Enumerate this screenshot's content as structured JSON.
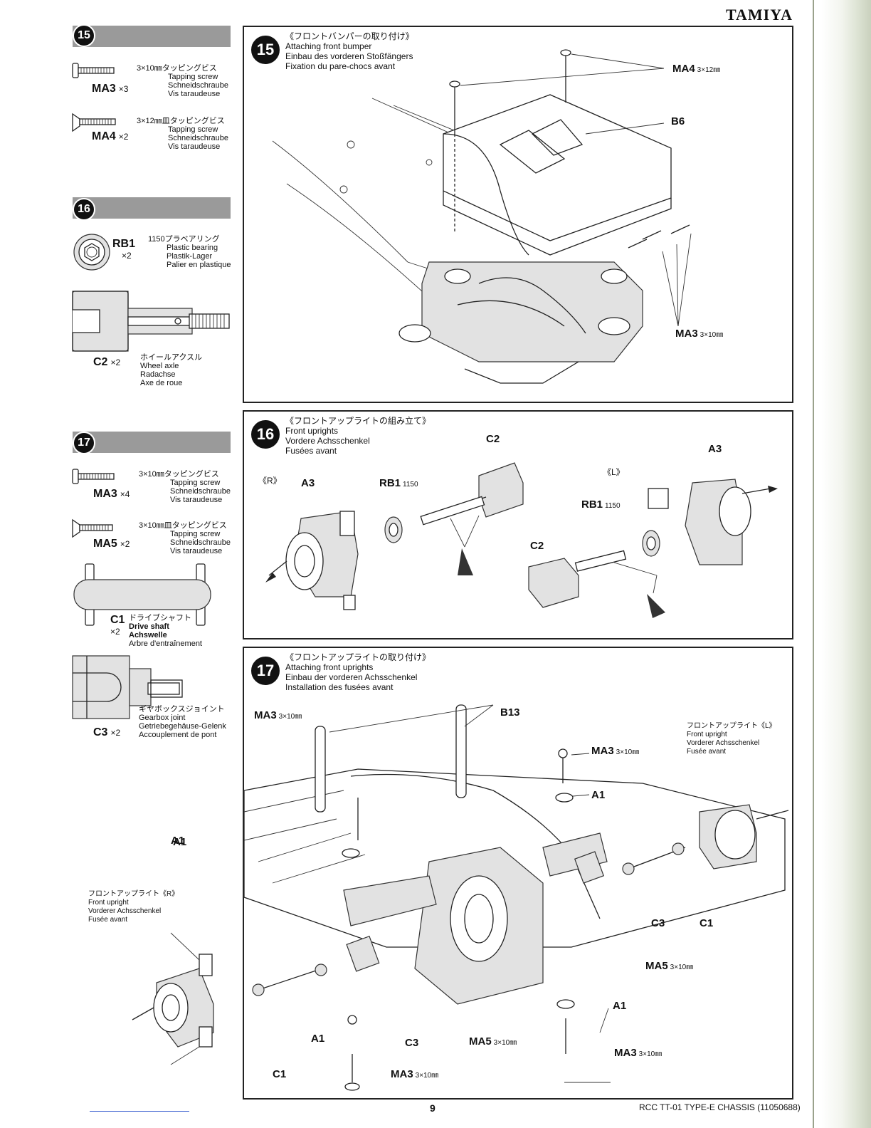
{
  "brand": "TAMIYA",
  "footer": {
    "page": "9",
    "model": "RCC TT-01 TYPE-E CHASSIS (11050688)"
  },
  "sidebar": {
    "s15": {
      "step": "15",
      "parts": [
        {
          "code": "MA3",
          "qty": "×3",
          "jp": "3×10㎜タッピングビス",
          "en": "Tapping screw",
          "de": "Schneidschraube",
          "fr": "Vis taraudeuse"
        },
        {
          "code": "MA4",
          "qty": "×2",
          "jp": "3×12㎜皿タッピングビス",
          "en": "Tapping screw",
          "de": "Schneidschraube",
          "fr": "Vis taraudeuse"
        }
      ]
    },
    "s16": {
      "step": "16",
      "parts": [
        {
          "code": "RB1",
          "qty": "×2",
          "jp": "1150プラベアリング",
          "en": "Plastic bearing",
          "de": "Plastik-Lager",
          "fr": "Palier en plastique"
        },
        {
          "code": "C2",
          "qty": "×2",
          "jp": "ホイールアクスル",
          "en": "Wheel axle",
          "de": "Radachse",
          "fr": "Axe de roue"
        }
      ]
    },
    "s17": {
      "step": "17",
      "parts": [
        {
          "code": "MA3",
          "qty": "×4",
          "jp": "3×10㎜タッピングビス",
          "en": "Tapping screw",
          "de": "Schneidschraube",
          "fr": "Vis taraudeuse"
        },
        {
          "code": "MA5",
          "qty": "×2",
          "jp": "3×10㎜皿タッピングビス",
          "en": "Tapping screw",
          "de": "Schneidschraube",
          "fr": "Vis taraudeuse"
        },
        {
          "code": "C1",
          "qty": "×2",
          "jp": "ドライブシャフト",
          "en": "Drive shaft",
          "de": "Achswelle",
          "fr": "Arbre d'entraînement"
        },
        {
          "code": "C3",
          "qty": "×2",
          "jp": "ギヤボックスジョイント",
          "en": "Gearbox joint",
          "de": "Getriebegehäuse-Gelenk",
          "fr": "Accouplement de pont"
        }
      ]
    }
  },
  "panels": {
    "p15": {
      "step": "15",
      "title_jp": "《フロントバンパーの取り付け》",
      "title_en": "Attaching front bumper",
      "title_de": "Einbau des vorderen Stoßfängers",
      "title_fr": "Fixation du pare-chocs avant",
      "labels": {
        "ma4": "MA4",
        "ma4_size": "3×12㎜",
        "b6": "B6",
        "ma3": "MA3",
        "ma3_size": "3×10㎜"
      }
    },
    "p16": {
      "step": "16",
      "title_jp": "《フロントアップライトの組み立て》",
      "title_en": "Front uprights",
      "title_de": "Vordere Achsschenkel",
      "title_fr": "Fusées avant",
      "labels": {
        "r": "《R》",
        "l": "《L》",
        "a3_left": "A3",
        "a3_right": "A3",
        "rb1_left": "RB1",
        "rb1_right": "RB1",
        "rb1_size": "1150",
        "c2_top": "C2",
        "c2_bottom": "C2"
      }
    },
    "p17": {
      "step": "17",
      "title_jp": "《フロントアップライトの取り付け》",
      "title_en": "Attaching front uprights",
      "title_de": "Einbau der vorderen Achsschenkel",
      "title_fr": "Installation des fusées avant",
      "labels": {
        "ma3": "MA3",
        "ma5": "MA5",
        "size10": "3×10㎜",
        "b13": "B13",
        "a1": "A1",
        "c1": "C1",
        "c3": "C3",
        "upright_l_jp": "フロントアップライト《L》",
        "upright_r_jp": "フロントアップライト《R》",
        "upright_en": "Front upright",
        "upright_de": "Vorderer Achsschenkel",
        "upright_fr": "Fusée avant"
      }
    }
  }
}
